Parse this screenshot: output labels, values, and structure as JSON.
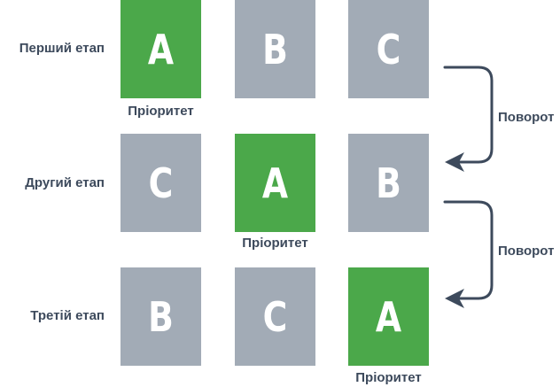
{
  "stages": [
    {
      "label": "Перший етап",
      "tiles": [
        {
          "letter": "A",
          "color": "#4ba84a"
        },
        {
          "letter": "B",
          "color": "#a2abb6"
        },
        {
          "letter": "C",
          "color": "#a2abb6"
        }
      ],
      "priority_label": "Пріоритет"
    },
    {
      "label": "Другий етап",
      "tiles": [
        {
          "letter": "C",
          "color": "#a2abb6"
        },
        {
          "letter": "A",
          "color": "#4ba84a"
        },
        {
          "letter": "B",
          "color": "#a2abb6"
        }
      ],
      "priority_label": "Пріоритет"
    },
    {
      "label": "Третій етап",
      "tiles": [
        {
          "letter": "B",
          "color": "#a2abb6"
        },
        {
          "letter": "C",
          "color": "#a2abb6"
        },
        {
          "letter": "A",
          "color": "#4ba84a"
        }
      ],
      "priority_label": "Пріоритет"
    }
  ],
  "turns": [
    {
      "label": "Поворот"
    },
    {
      "label": "Поворот"
    }
  ],
  "colors": {
    "priority": "#4ba84a",
    "neutral": "#a2abb6",
    "text": "#3d4a5c",
    "arrow": "#3d4a5c"
  }
}
